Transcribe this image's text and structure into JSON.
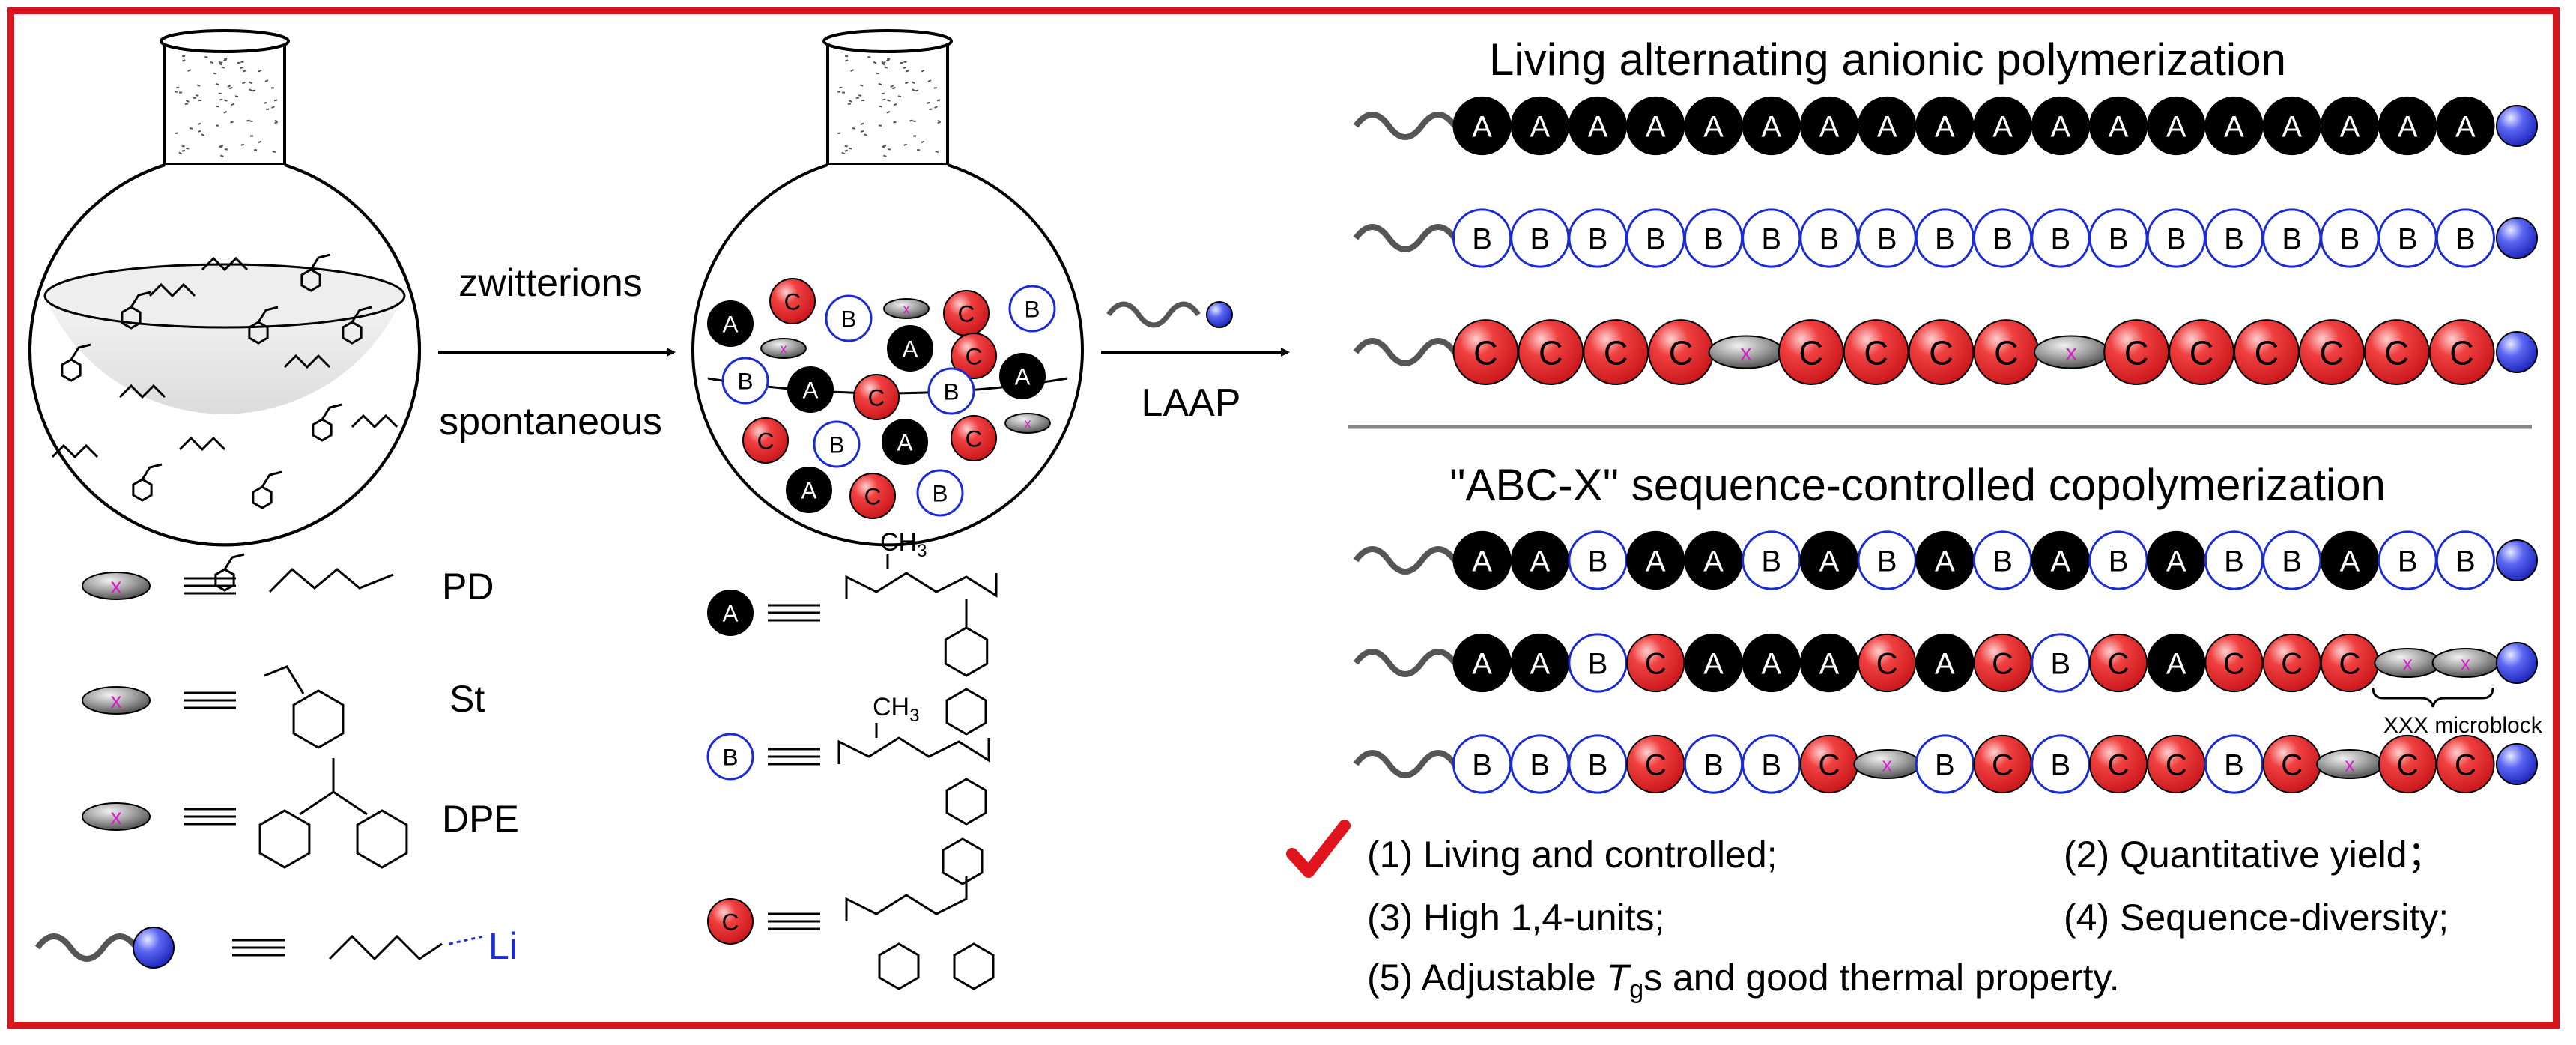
{
  "figure": {
    "title_top": "Living alternating anionic polymerization",
    "title_bottom": "\"ABC-X\" sequence-controlled copolymerization",
    "arrow1_top": "zwitterions",
    "arrow1_bottom": "spontaneous",
    "arrow2_label": "LAAP",
    "microblock_label": "XXX microblock",
    "ch3": "CH",
    "ch3_sub": "3",
    "li": "Li",
    "x_mark": "x"
  },
  "legend_left": [
    {
      "label": "PD"
    },
    {
      "label": "St"
    },
    {
      "label": "DPE"
    }
  ],
  "legend_mid": [
    {
      "letter": "A"
    },
    {
      "letter": "B"
    },
    {
      "letter": "C"
    }
  ],
  "chains_top": [
    "AAAAAAAAAAAAAAAAAA",
    "BBBBBBBBBBBBBBBBBB",
    "CCCCXCCCCXCCCCCC"
  ],
  "chains_bottom": [
    "AABAABABABABABBABB",
    "AABCAAACACBCACCCXX",
    "BBBCBBCXBCBCCBCXCC"
  ],
  "features": {
    "f1": "(1) Living and controlled;",
    "f2": "(2) Quantitative yield；",
    "f3": "(3) High 1,4-units;",
    "f4": "(4) Sequence-diversity;",
    "f5_pre": "(5) Adjustable ",
    "f5_T": "T",
    "f5_sub": "g",
    "f5_post": "s and good thermal property."
  },
  "colors": {
    "frame": "#d8141c",
    "A_fill": "#000000",
    "C_fill": "#e8252a",
    "B_stroke": "#1a2bd6",
    "initiator": "#3a44e8",
    "x_mark": "#d61fc8",
    "check": "#e0141c"
  }
}
